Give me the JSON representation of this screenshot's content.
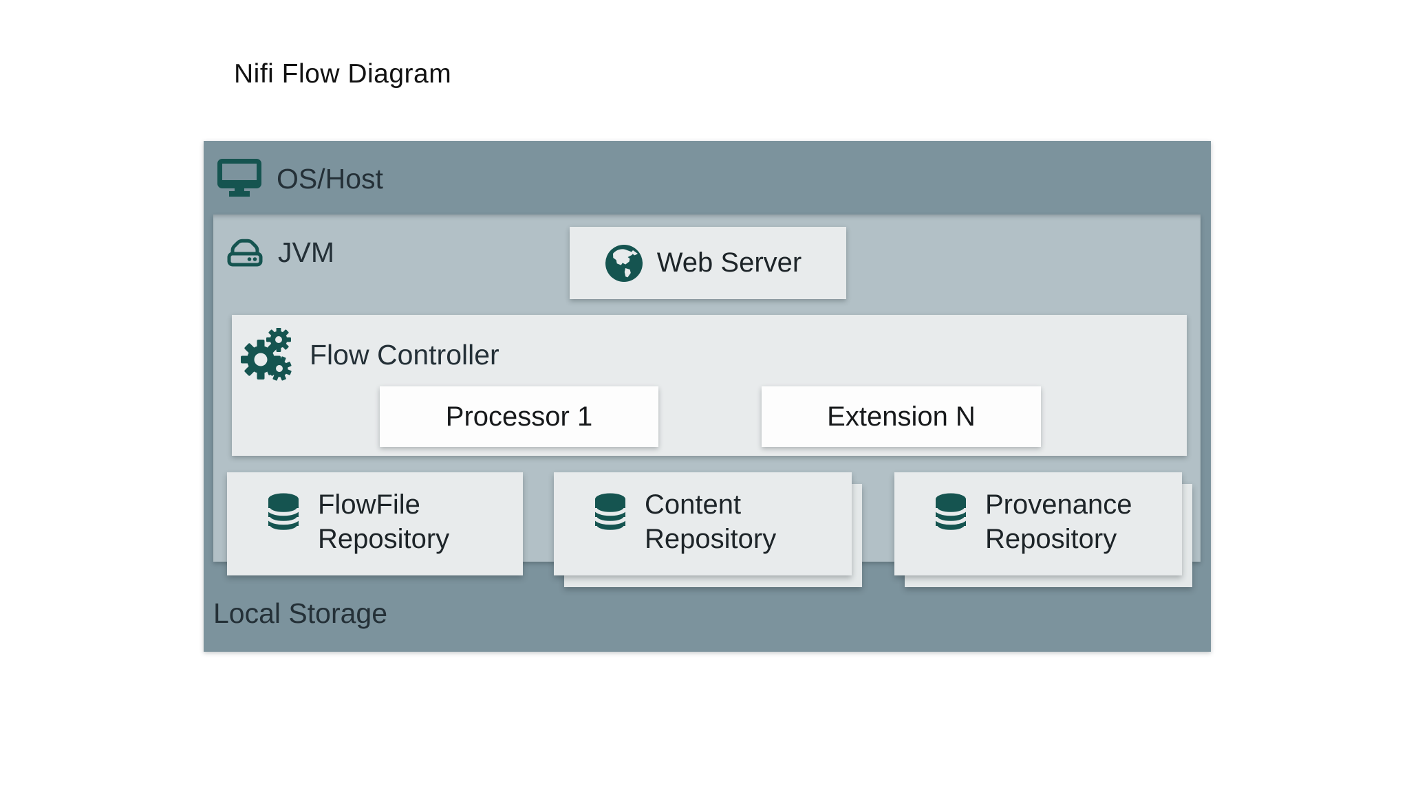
{
  "page": {
    "title": "Nifi Flow Diagram"
  },
  "colors": {
    "teal": "#155450",
    "os-bg": "#7c939d",
    "jvm-bg": "#b2c0c6",
    "panel-bg": "#e8ebec",
    "panel-behind-bg": "#e4e8e9",
    "white-box-bg": "#fdfdfd",
    "label-dark": "#243037"
  },
  "diagram": {
    "os_host": {
      "label": "OS/Host",
      "icon": "monitor-icon"
    },
    "jvm": {
      "label": "JVM",
      "icon": "hard-drive-icon"
    },
    "web_server": {
      "label": "Web Server",
      "icon": "globe-icon"
    },
    "flow_controller": {
      "label": "Flow Controller",
      "icon": "gears-icon",
      "components": [
        {
          "label": "Processor 1"
        },
        {
          "label": "Extension N"
        }
      ]
    },
    "repositories": [
      {
        "line1": "FlowFile",
        "line2": "Repository",
        "icon": "database-icon",
        "stacked": false
      },
      {
        "line1": "Content",
        "line2": "Repository",
        "icon": "database-icon",
        "stacked": true
      },
      {
        "line1": "Provenance",
        "line2": "Repository",
        "icon": "database-icon",
        "stacked": true
      }
    ],
    "local_storage": {
      "label": "Local Storage"
    }
  }
}
